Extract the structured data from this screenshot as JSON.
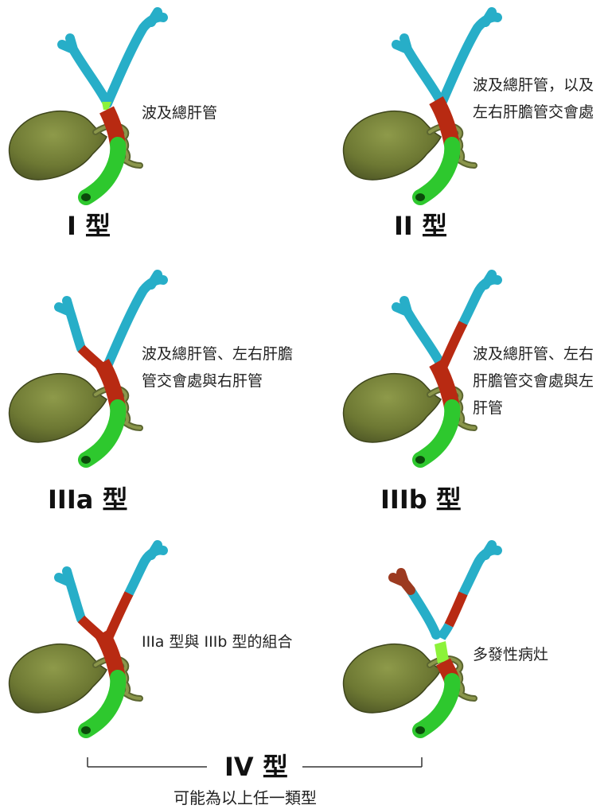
{
  "colors": {
    "duct_normal": "#27aec8",
    "tumor_involved": "#b82a12",
    "focal_lesion": "#8cf23a",
    "common_bile_duct": "#2ec82e",
    "gallbladder": "#6f7a35"
  },
  "panels": [
    {
      "type_label": "I 型",
      "description": "波及總肝管"
    },
    {
      "type_label": "II 型",
      "description": "波及總肝管，以及左右肝膽管交會處"
    },
    {
      "type_label": "IIIa 型",
      "description": "波及總肝管、左右肝膽管交會處與右肝管"
    },
    {
      "type_label": "IIIb 型",
      "description": "波及總肝管、左右肝膽管交會處與左肝管"
    },
    {
      "type_label": "",
      "description": "IIIa 型與 IIIb 型的組合"
    },
    {
      "type_label": "",
      "description": "多發性病灶"
    }
  ],
  "group": {
    "type_label": "IV 型",
    "note": "可能為以上任一類型"
  }
}
